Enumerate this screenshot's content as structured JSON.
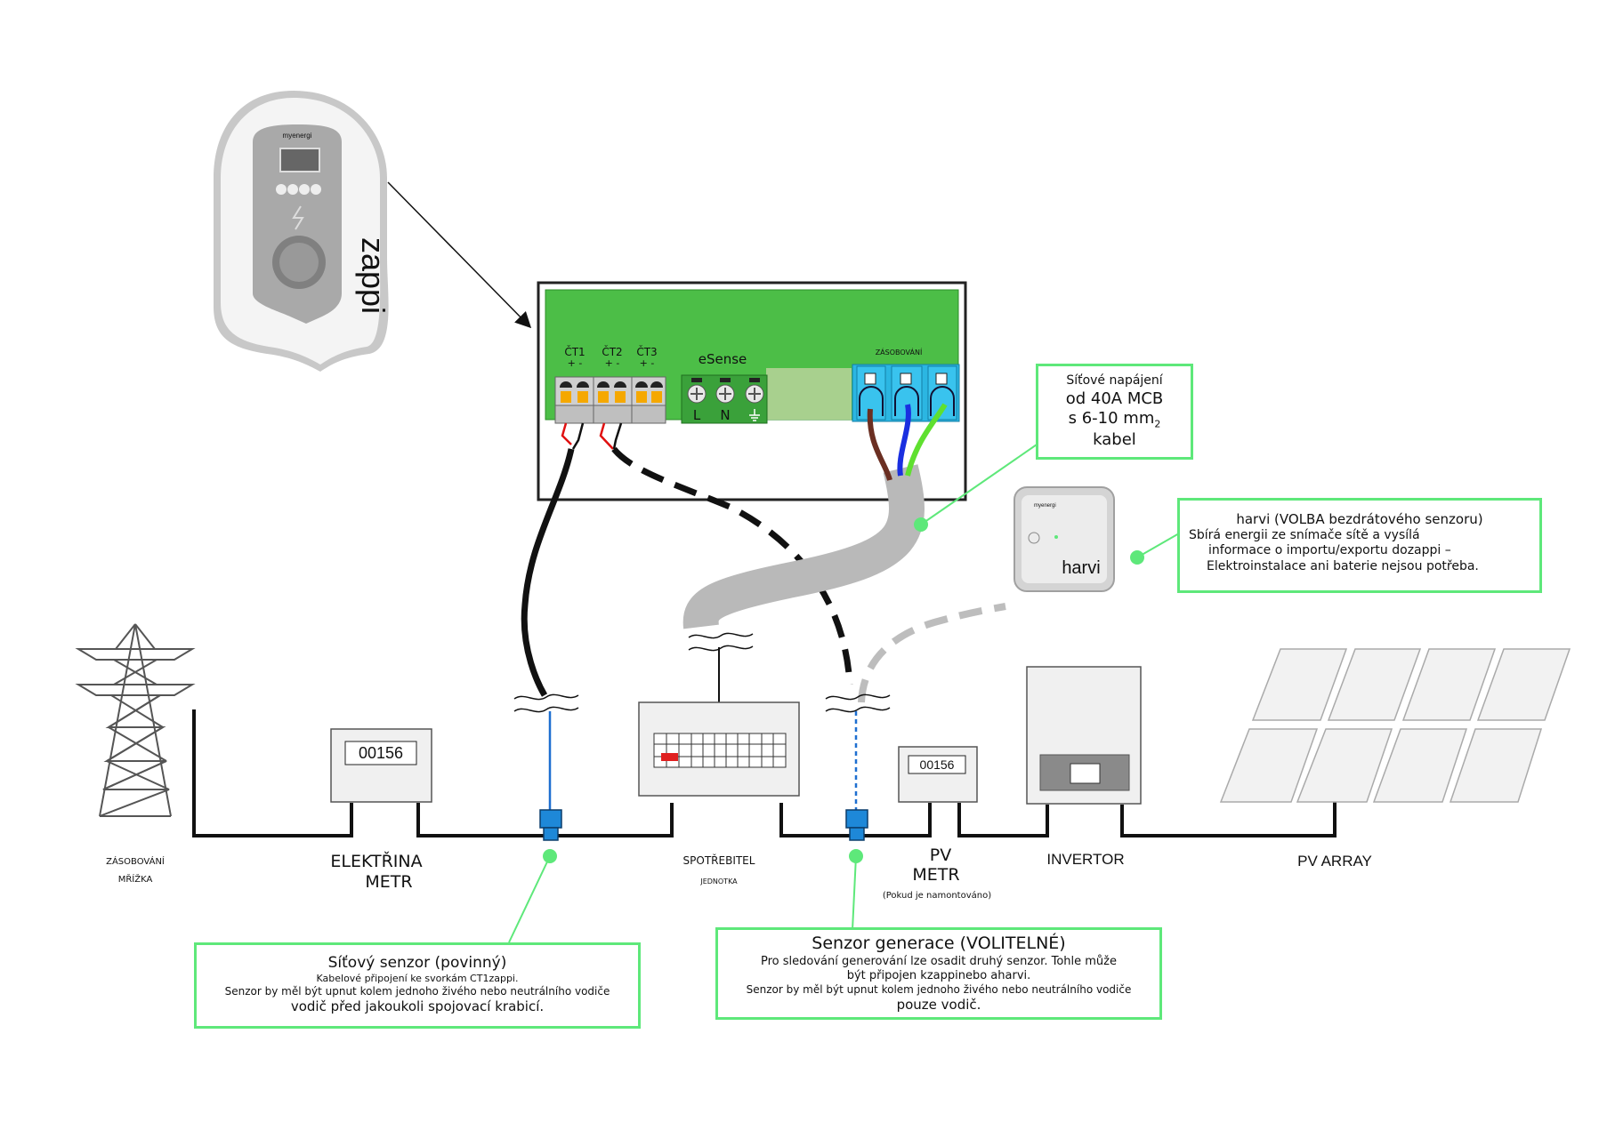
{
  "zappi": {
    "brand_small": "myenergi",
    "brand_side": "zappi"
  },
  "harvi_device": {
    "brand_small": "myenergi",
    "brand_face": "harvi"
  },
  "board": {
    "ct1": "ČT1",
    "ct2": "ČT2",
    "ct3": "ČT3",
    "polarity": "+ -",
    "esense": "eSense",
    "terminal_l": "L",
    "terminal_n": "N",
    "supply": "ZÁSOBOVÁNÍ"
  },
  "supply_box": {
    "line1": "Síťové napájení",
    "line2": "od 40A MCB",
    "line3_main": "s 6-10 mm",
    "line3_sub": "2",
    "line4": "kabel"
  },
  "harvi_box": {
    "title": "harvi (VOLBA bezdrátového senzoru)",
    "line1": "Sbírá energii ze snímače sítě a vysílá",
    "line2": "informace o importu/exportu dozappi –",
    "line3": "Elektroinstalace ani baterie nejsou potřeba."
  },
  "meters": {
    "grid_meter_reading": "00156",
    "pv_meter_reading": "00156"
  },
  "labels": {
    "grid_supply_1": "ZÁSOBOVÁNÍ",
    "grid_supply_2": "MŘÍŽKA",
    "elec_meter_1": "ELEKTŘINA",
    "elec_meter_2": "METR",
    "consumer_1": "SPOTŘEBITEL",
    "consumer_2": "JEDNOTKA",
    "pv_meter_1": "PV",
    "pv_meter_2": "METR",
    "pv_meter_3": "(Pokud je namontováno)",
    "inverter": "INVERTOR",
    "pv_array": "PV ARRAY"
  },
  "grid_sensor_box": {
    "title": "Síťový senzor (povinný)",
    "line1": "Kabelové připojení ke svorkám CT1zappi.",
    "line2": "Senzor by měl být upnut kolem jednoho živého nebo neutrálního vodiče",
    "line3": "vodič před jakoukoli spojovací krabicí."
  },
  "gen_sensor_box": {
    "title": "Senzor generace (VOLITELNÉ)",
    "line1": "Pro sledování generování lze osadit druhý senzor. Tohle může",
    "line2": "být připojen kzappinebo aharvi.",
    "line3": "Senzor by měl být upnut kolem jednoho živého nebo neutrálního vodiče",
    "line4": "pouze vodič."
  },
  "colors": {
    "callout_green": "#5ee87a",
    "board_green": "#4cbe47",
    "terminal_cyan": "#2bb6e2",
    "sensor_blue": "#1e88d8",
    "cable_grey": "#b9b9b9"
  }
}
